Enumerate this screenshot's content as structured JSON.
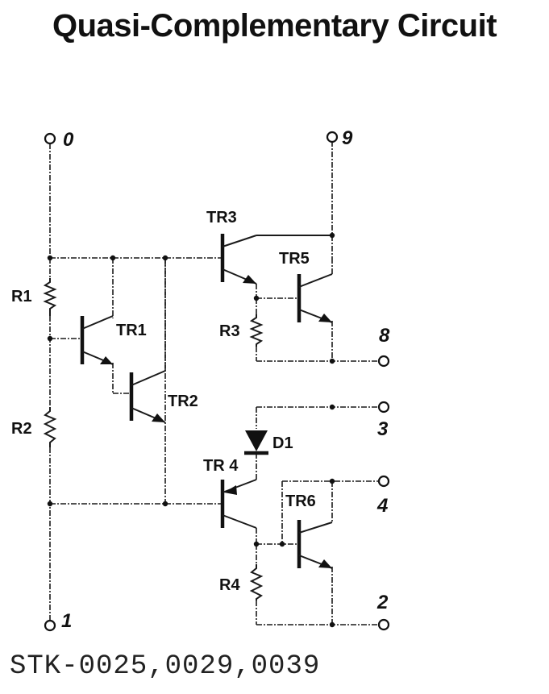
{
  "title": "Quasi-Complementary Circuit",
  "part_number": "STK-0025,0029,0039",
  "terminals": {
    "t0": "0",
    "t9": "9",
    "t8": "8",
    "t3": "3",
    "t4": "4",
    "t2": "2",
    "t1": "1"
  },
  "components": {
    "r1": "R1",
    "r2": "R2",
    "r3": "R3",
    "r4": "R4",
    "tr1": "TR1",
    "tr2": "TR2",
    "tr3": "TR3",
    "tr4": "TR 4",
    "tr5": "TR5",
    "tr6": "TR6",
    "d1": "D1"
  }
}
